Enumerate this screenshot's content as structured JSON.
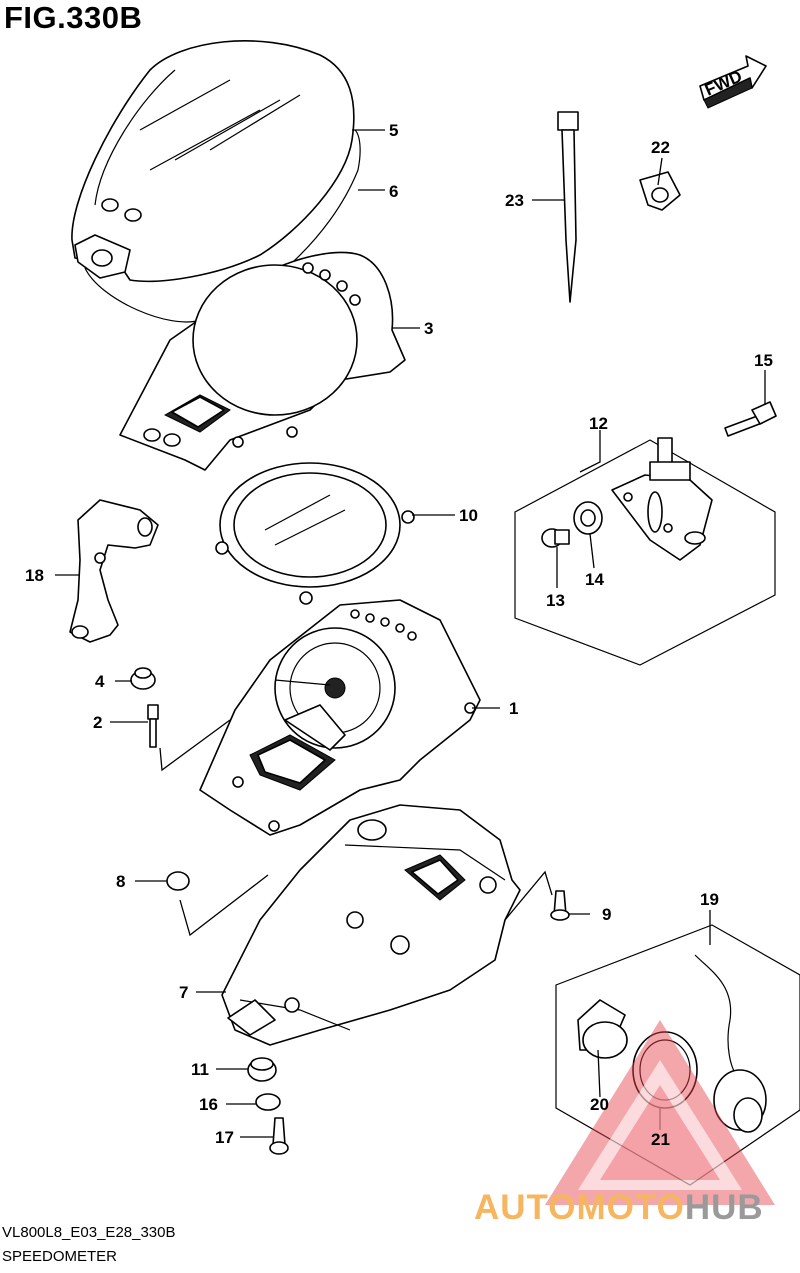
{
  "figure": {
    "title": "FIG.330B",
    "model_code": "VL800L8_E03_E28_330B",
    "description": "SPEEDOMETER",
    "direction_label": "FWD"
  },
  "callouts": [
    "1",
    "2",
    "3",
    "4",
    "5",
    "6",
    "7",
    "8",
    "9",
    "10",
    "11",
    "12",
    "13",
    "14",
    "15",
    "16",
    "17",
    "18",
    "19",
    "20",
    "21",
    "22",
    "23"
  ],
  "watermark": {
    "text_part1": "AUTOMOTO",
    "text_part2": "HUB",
    "colors": {
      "accent": "#e8414a",
      "text1": "#f6b55f",
      "text2": "#9a9a9a"
    }
  }
}
